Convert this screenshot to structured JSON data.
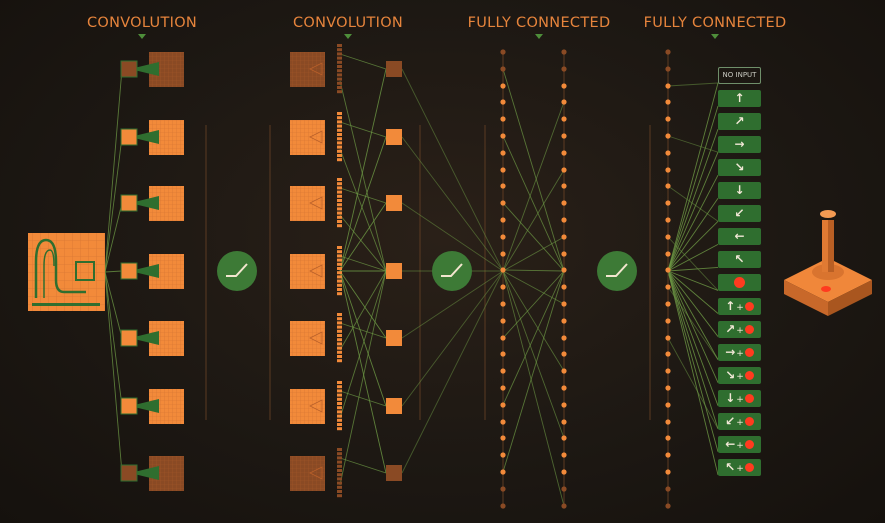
{
  "headers": [
    {
      "id": "conv1",
      "label": "CONVOLUTION"
    },
    {
      "id": "conv2",
      "label": "CONVOLUTION"
    },
    {
      "id": "fc1",
      "label": "FULLY CONNECTED"
    },
    {
      "id": "fc2",
      "label": "FULLY CONNECTED"
    }
  ],
  "outputs": [
    {
      "name": "no-input",
      "label": "NO INPUT",
      "direction": "",
      "fire": false
    },
    {
      "name": "up",
      "label": "",
      "direction": "↑",
      "fire": false
    },
    {
      "name": "up-right",
      "label": "",
      "direction": "↗",
      "fire": false
    },
    {
      "name": "right",
      "label": "",
      "direction": "→",
      "fire": false
    },
    {
      "name": "down-right",
      "label": "",
      "direction": "↘",
      "fire": false
    },
    {
      "name": "down",
      "label": "",
      "direction": "↓",
      "fire": false
    },
    {
      "name": "down-left",
      "label": "",
      "direction": "↙",
      "fire": false
    },
    {
      "name": "left",
      "label": "",
      "direction": "←",
      "fire": false
    },
    {
      "name": "up-left",
      "label": "",
      "direction": "↖",
      "fire": false
    },
    {
      "name": "fire",
      "label": "",
      "direction": "",
      "fire": true
    },
    {
      "name": "up-fire",
      "label": "",
      "direction": "↑",
      "fire": true
    },
    {
      "name": "up-right-fire",
      "label": "",
      "direction": "↗",
      "fire": true
    },
    {
      "name": "right-fire",
      "label": "",
      "direction": "→",
      "fire": true
    },
    {
      "name": "down-right-fire",
      "label": "",
      "direction": "↘",
      "fire": true
    },
    {
      "name": "down-fire",
      "label": "",
      "direction": "↓",
      "fire": true
    },
    {
      "name": "down-left-fire",
      "label": "",
      "direction": "↙",
      "fire": true
    },
    {
      "name": "left-fire",
      "label": "",
      "direction": "←",
      "fire": true
    },
    {
      "name": "up-left-fire",
      "label": "",
      "direction": "↖",
      "fire": true
    }
  ],
  "colors": {
    "accent": "#e6843c",
    "orange": "#f28a3a",
    "orange_dim": "#8a4a24",
    "green": "#3d7a36",
    "green_line": "#6e9a45",
    "fire_dot": "#ff3b1f"
  }
}
